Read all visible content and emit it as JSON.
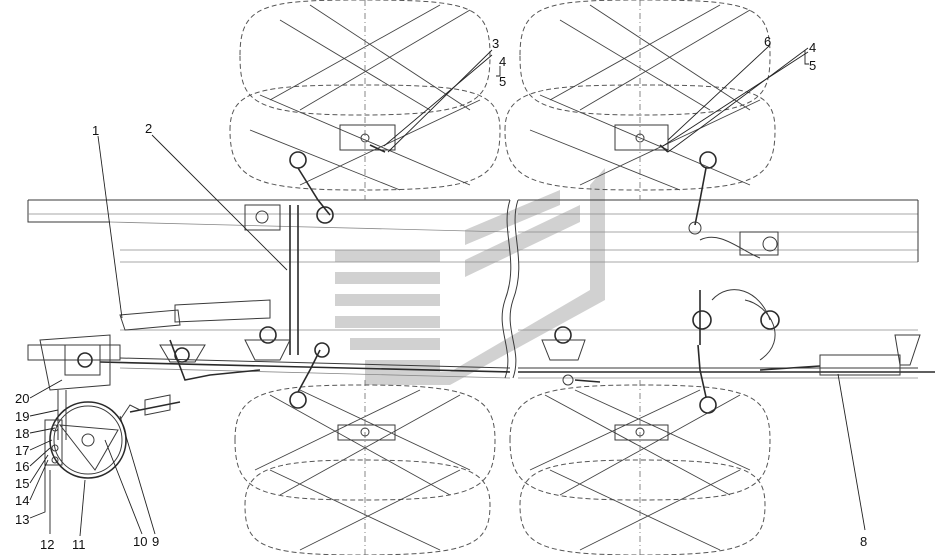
{
  "callouts": [
    {
      "id": "c1",
      "text": "1"
    },
    {
      "id": "c2",
      "text": "2"
    },
    {
      "id": "c3",
      "text": "3"
    },
    {
      "id": "c4a",
      "text": "4"
    },
    {
      "id": "c5a",
      "text": "5"
    },
    {
      "id": "c6",
      "text": "6"
    },
    {
      "id": "c4b",
      "text": "4"
    },
    {
      "id": "c5b",
      "text": "5"
    },
    {
      "id": "c8",
      "text": "8"
    },
    {
      "id": "c9",
      "text": "9"
    },
    {
      "id": "c10",
      "text": "10"
    },
    {
      "id": "c11",
      "text": "11"
    },
    {
      "id": "c12",
      "text": "12"
    },
    {
      "id": "c13",
      "text": "13"
    },
    {
      "id": "c14",
      "text": "14"
    },
    {
      "id": "c15",
      "text": "15"
    },
    {
      "id": "c16",
      "text": "16"
    },
    {
      "id": "c17",
      "text": "17"
    },
    {
      "id": "c18",
      "text": "18"
    },
    {
      "id": "c19",
      "text": "19"
    },
    {
      "id": "c20",
      "text": "20"
    }
  ],
  "colors": {
    "line": "#3a3a3a",
    "watermark": "#c9c9c9"
  },
  "icons": {
    "watermark": "logo-watermark"
  }
}
